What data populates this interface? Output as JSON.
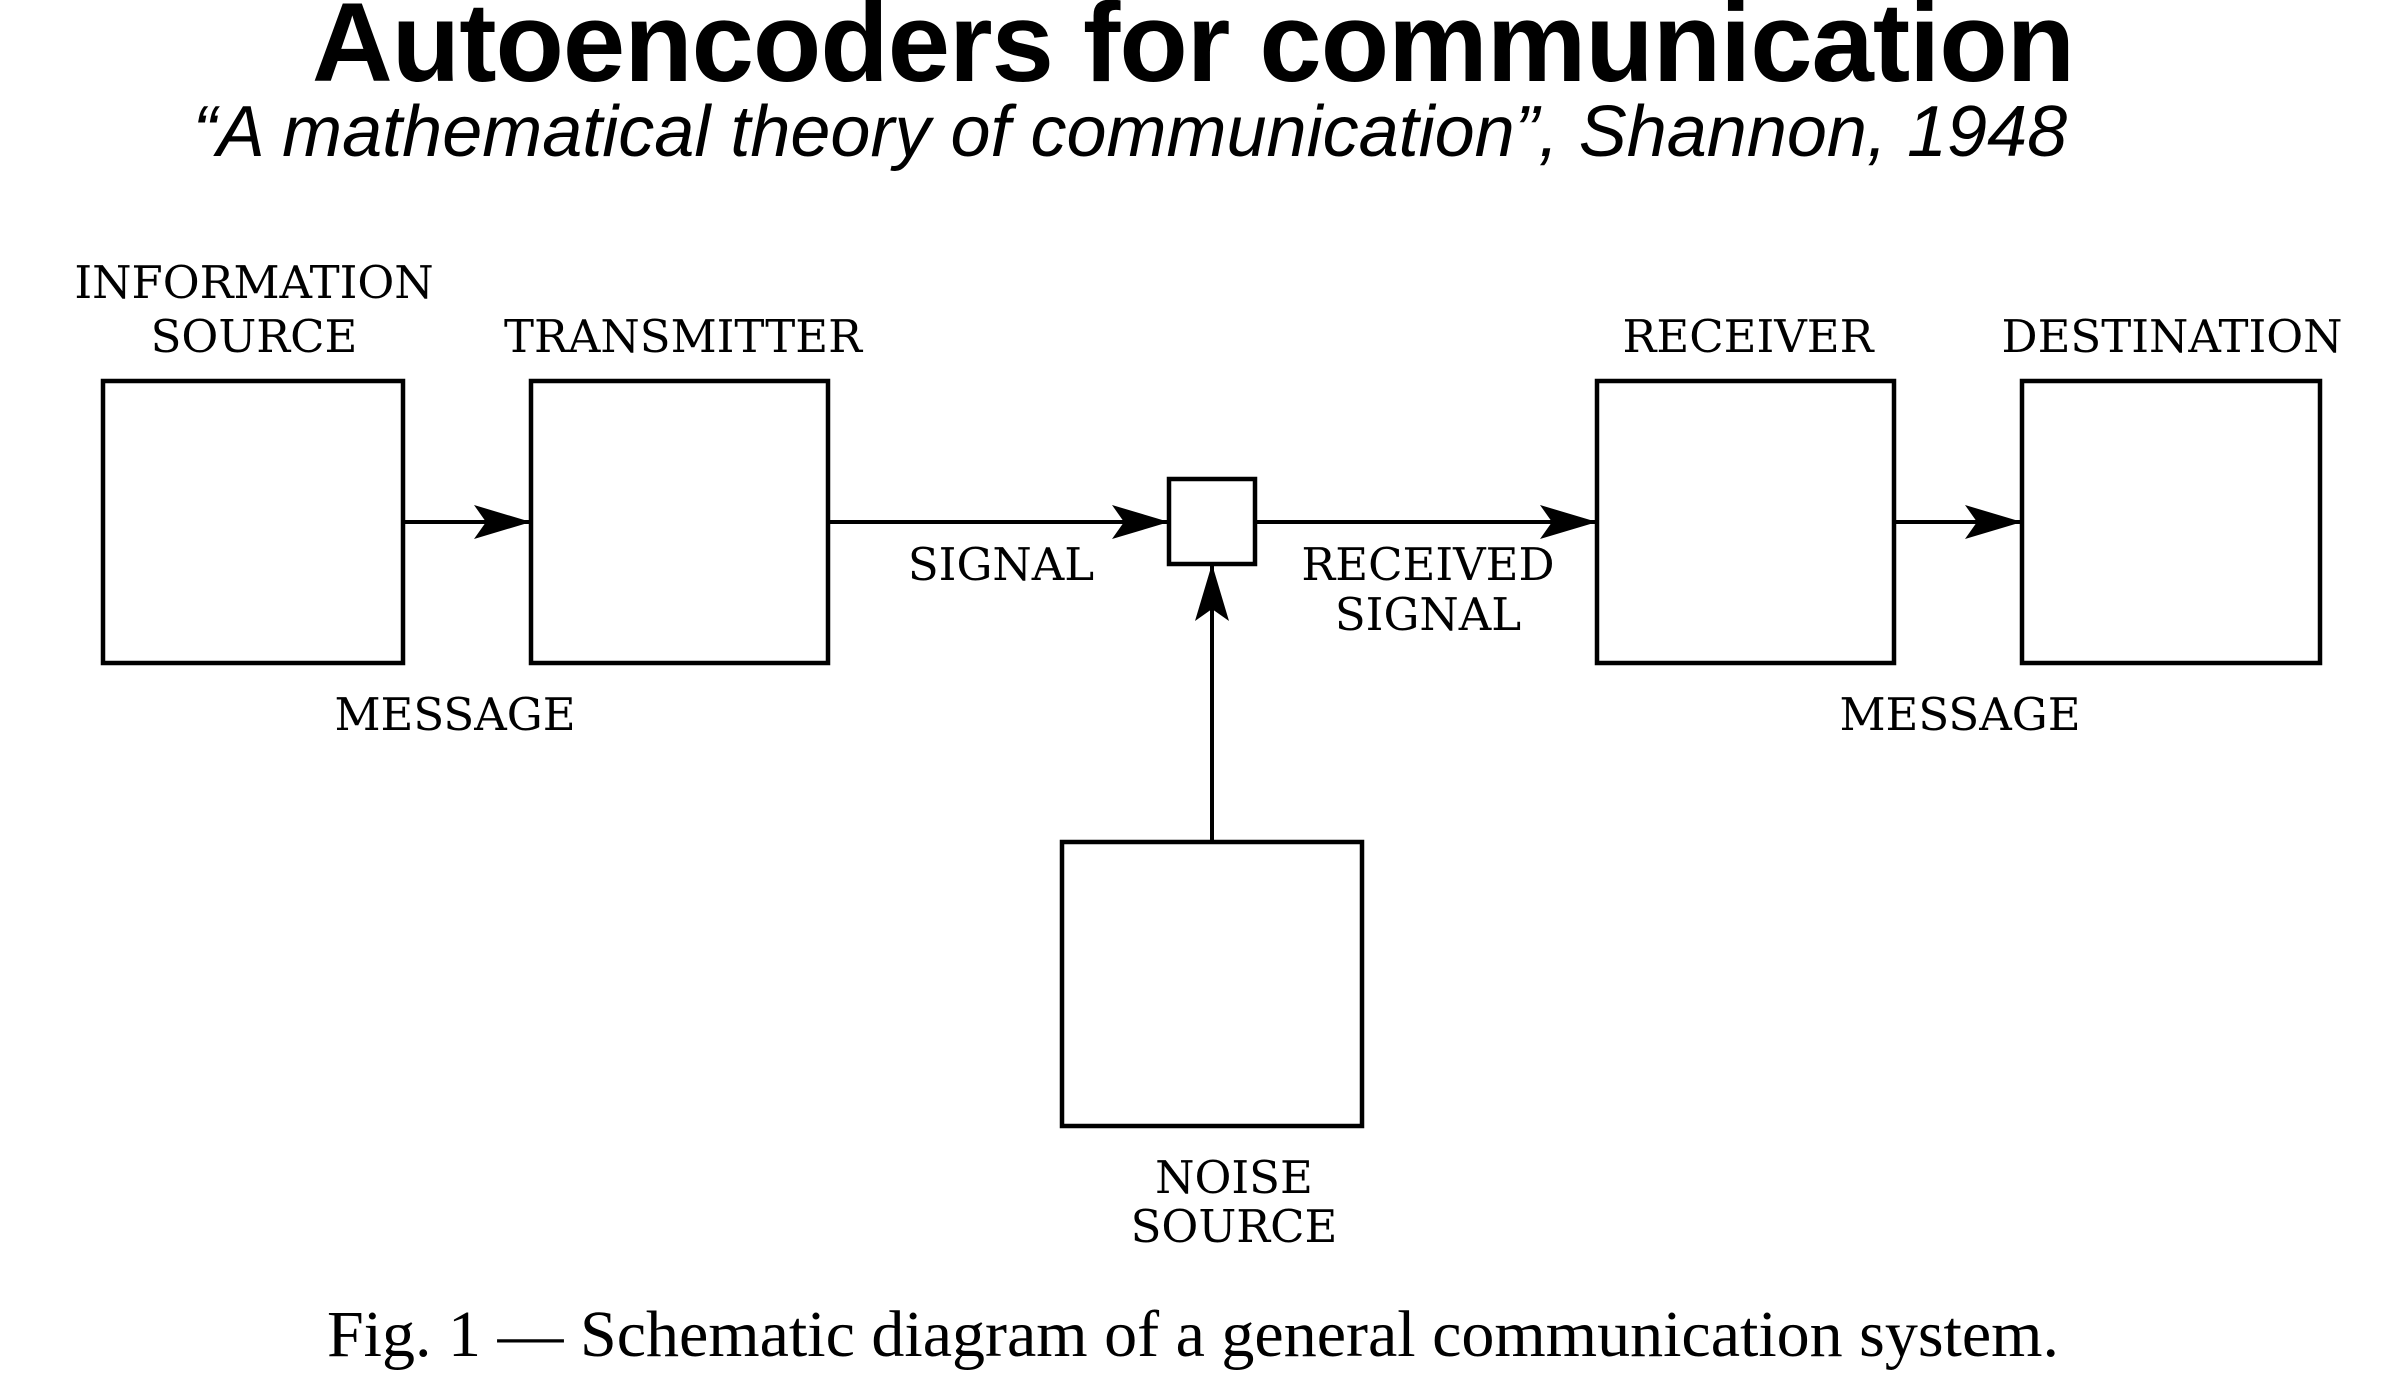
{
  "slide": {
    "title": "Autoencoders for communication",
    "subtitle": "“A mathematical theory of communication”, Shannon, 1948"
  },
  "diagram": {
    "blocks": {
      "information_source": [
        "INFORMATION",
        "SOURCE"
      ],
      "transmitter": "TRANSMITTER",
      "receiver": "RECEIVER",
      "destination": "DESTINATION",
      "noise_source": [
        "NOISE",
        "SOURCE"
      ]
    },
    "edges": {
      "message_in": "MESSAGE",
      "signal": "SIGNAL",
      "received_signal": [
        "RECEIVED",
        "SIGNAL"
      ],
      "message_out": "MESSAGE"
    },
    "caption": "Fig. 1 — Schematic diagram of a general communication system."
  }
}
